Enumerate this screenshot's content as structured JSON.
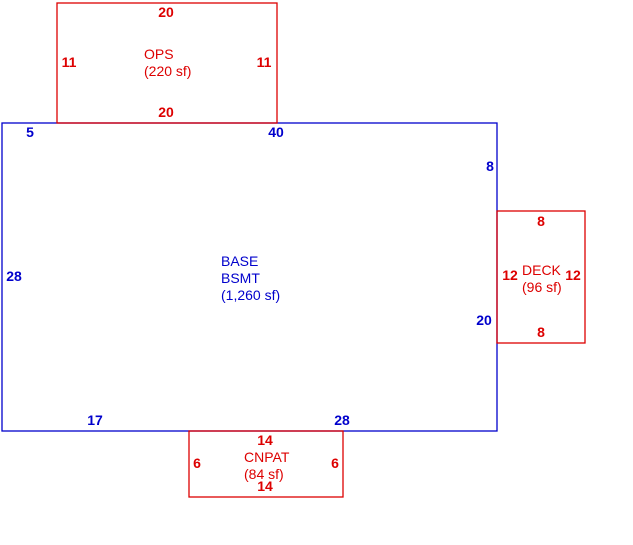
{
  "sketch": {
    "colors": {
      "main": "#0000cc",
      "addition": "#dd0000",
      "background": "#ffffff"
    },
    "base": {
      "name_line1": "BASE",
      "name_line2": "BSMT",
      "area": "(1,260 sf)",
      "dims": {
        "top_left": "5",
        "top_right": "40",
        "left": "28",
        "right_upper": "8",
        "right_lower": "20",
        "bottom_left": "17",
        "bottom_right": "28"
      }
    },
    "ops": {
      "name": "OPS",
      "area": "(220 sf)",
      "dims": {
        "top": "20",
        "bottom": "20",
        "left": "11",
        "right": "11"
      }
    },
    "deck": {
      "name": "DECK",
      "area": "(96 sf)",
      "dims": {
        "top": "8",
        "bottom": "8",
        "left": "12",
        "right": "12"
      }
    },
    "cnpat": {
      "name": "CNPAT",
      "area": "(84 sf)",
      "dims": {
        "top": "14",
        "bottom": "14",
        "left": "6",
        "right": "6"
      }
    }
  }
}
